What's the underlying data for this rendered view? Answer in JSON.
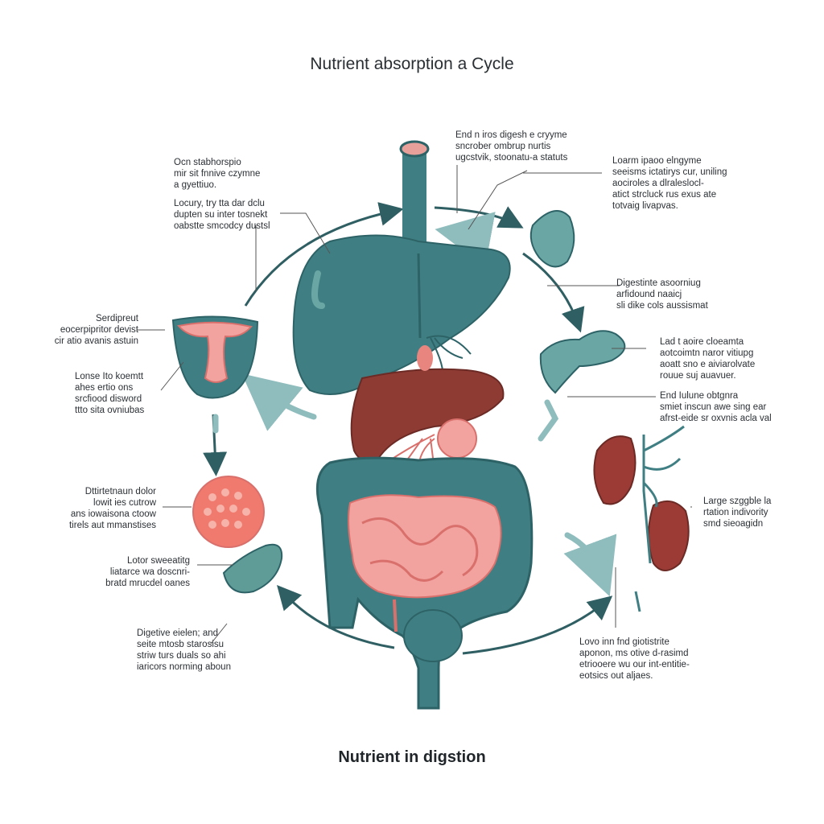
{
  "diagram": {
    "title": "Nutrient absorption a Cycle",
    "footer": "Nutrient in digstion",
    "colors": {
      "teal": "#3f7f83",
      "teal_dark": "#2d6367",
      "teal_light": "#6aa7a4",
      "liver_red": "#8e3b34",
      "pink": "#f2a3a0",
      "pink_dark": "#d9706c",
      "kidney": "#9c3a36",
      "arrow": "#2f5f63"
    },
    "labels": {
      "top_center": "End n iros digesh e cryyme\nsncrober ombrup nurtis\nugcstvik, stoonatu-a statuts",
      "top_left_a": "Ocn stabhorspio\nmir sit fnnive czymne\na gyettiuo.",
      "top_left_b": "Locury, try tta dar dclu\ndupten su inter tosnekt\noabstte smcodcy dustsl",
      "top_right": "Loarm ipaoo elngyme\nseeisms ictatirys cur, uniling\naociroles a dlraleslocl-\natict strcluck rus exus ate\ntotvaig livapvas.",
      "right_1": "Digestinte asoorniug\narfidound naaicj\nsli dike cols aussismat",
      "right_2": "Lad t aoire cloeamta\naotcoimtn naror vitiupg\naoatt sno e aiviarolvate\nrouue suj auavuer.",
      "right_3": "End Iulune obtgnra\nsmiet inscun awe sing ear\nafrst-eide sr oxvnis acla val",
      "right_4": "Large szggble la\nrtation indivority\nsmd sieoagidn",
      "bottom_right": "Lovo inn fnd giotistrite\naponon, ms otive d-rasimd\netriooere wu our int-entitie-\neotsics out aljaes.",
      "left_1": "Serdipreut\neocerpipritor devist\ncir atio avanis astuin",
      "left_2": "Lonse Ito koemtt\nahes ertio ons\nsrcfiood disword\nttto sita ovniubas",
      "left_3": "Dttirtetnaun dolor\nlowit ies cutrow\nans iowaisona ctoow\ntirels aut mmanstises",
      "left_4": "Lotor sweeatitg\nliatarce wa doscnri-\nbratd mrucdel oanes",
      "left_5": "Digetive eielen; and\nseite mtosb starosisu\nstriw turs duals so ahi\niaricors norming aboun"
    }
  }
}
